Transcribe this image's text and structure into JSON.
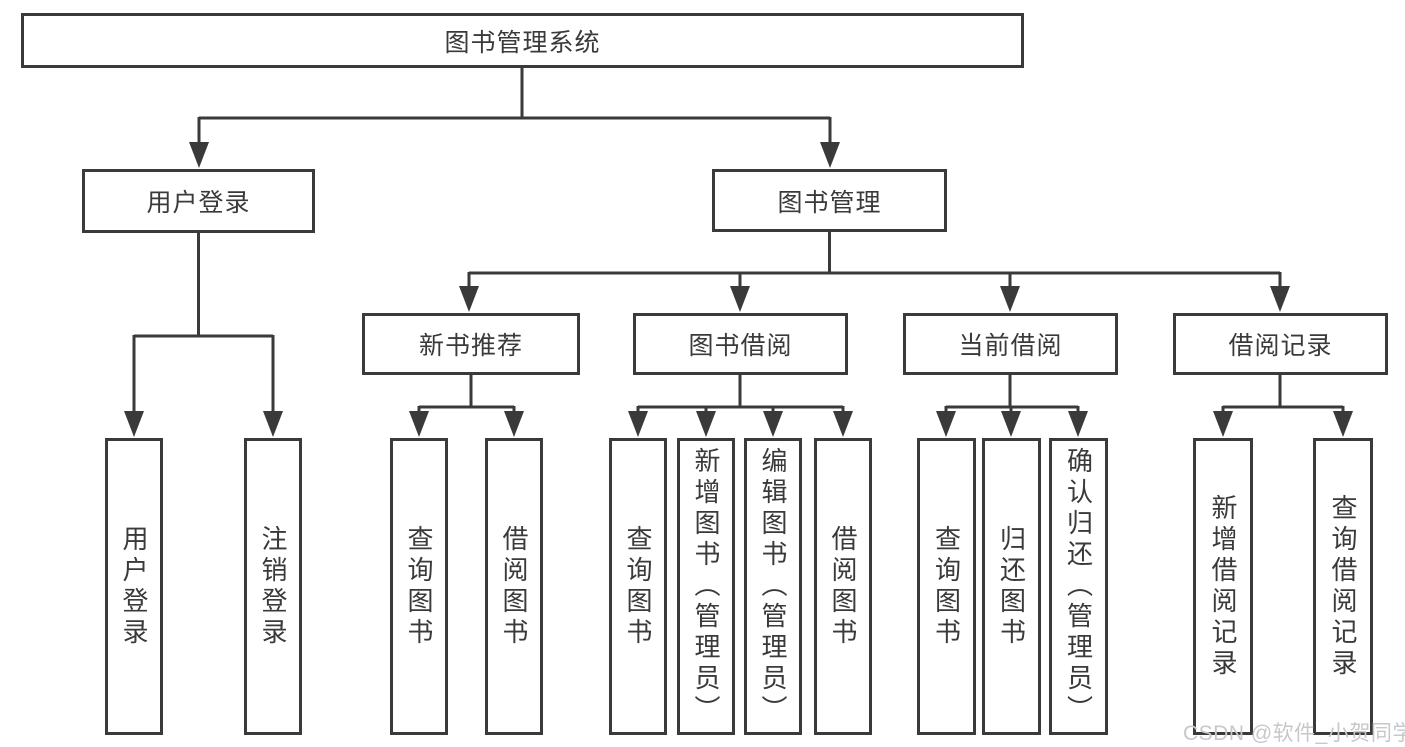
{
  "colors": {
    "line": "#3a3a3a",
    "text": "#3a3a3a",
    "watermark": "#c6c8ca",
    "background": "#ffffff"
  },
  "watermark": {
    "text": "CSDN @软件_小贺同学"
  },
  "tree": {
    "root": {
      "label": "图书管理系统",
      "children": [
        {
          "label": "用户登录",
          "children": [
            {
              "label": "用户登录"
            },
            {
              "label": "注销登录"
            }
          ]
        },
        {
          "label": "图书管理",
          "children": [
            {
              "label": "新书推荐",
              "children": [
                {
                  "label": "查询图书"
                },
                {
                  "label": "借阅图书"
                }
              ]
            },
            {
              "label": "图书借阅",
              "children": [
                {
                  "label": "查询图书"
                },
                {
                  "label": "新增图书（管理员）"
                },
                {
                  "label": "编辑图书（管理员）"
                },
                {
                  "label": "借阅图书"
                }
              ]
            },
            {
              "label": "当前借阅",
              "children": [
                {
                  "label": "查询图书"
                },
                {
                  "label": "归还图书"
                },
                {
                  "label": "确认归还（管理员）"
                }
              ]
            },
            {
              "label": "借阅记录",
              "children": [
                {
                  "label": "新增借阅记录"
                },
                {
                  "label": "查询借阅记录"
                }
              ]
            }
          ]
        }
      ]
    }
  }
}
